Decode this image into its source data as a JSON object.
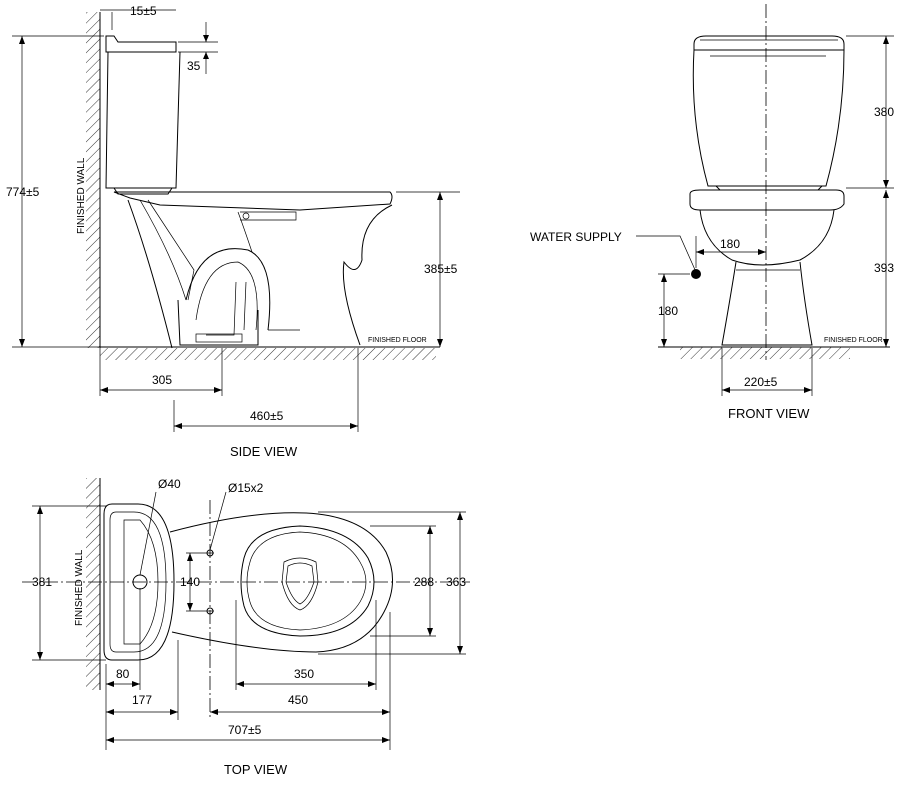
{
  "views": {
    "side": "SIDE VIEW",
    "front": "FRONT VIEW",
    "top": "TOP VIEW"
  },
  "labels": {
    "finished_wall": "FINISHED WALL",
    "finished_floor": "FINISHED FLOOR",
    "water_supply": "WATER SUPPLY"
  },
  "side_dims": {
    "wall_gap": "15±5",
    "lid_drop": "35",
    "total_height": "774±5",
    "seat_height": "385±5",
    "outlet_from_wall": "305",
    "outlet_to_front": "460±5"
  },
  "front_dims": {
    "tank_height": "380",
    "bowl_height": "393",
    "supply_offset": "180",
    "supply_height": "180",
    "base_width": "220±5"
  },
  "top_dims": {
    "outlet_dia": "Ø40",
    "bolt_dia": "Ø15x2",
    "tank_width": "381",
    "bolt_spacing": "140",
    "bowl_inner_width": "288",
    "overall_width": "363",
    "outlet_from_wall": "80",
    "bolt_from_wall": "177",
    "bowl_inner_length": "350",
    "bowl_length": "450",
    "overall_length": "707±5"
  }
}
